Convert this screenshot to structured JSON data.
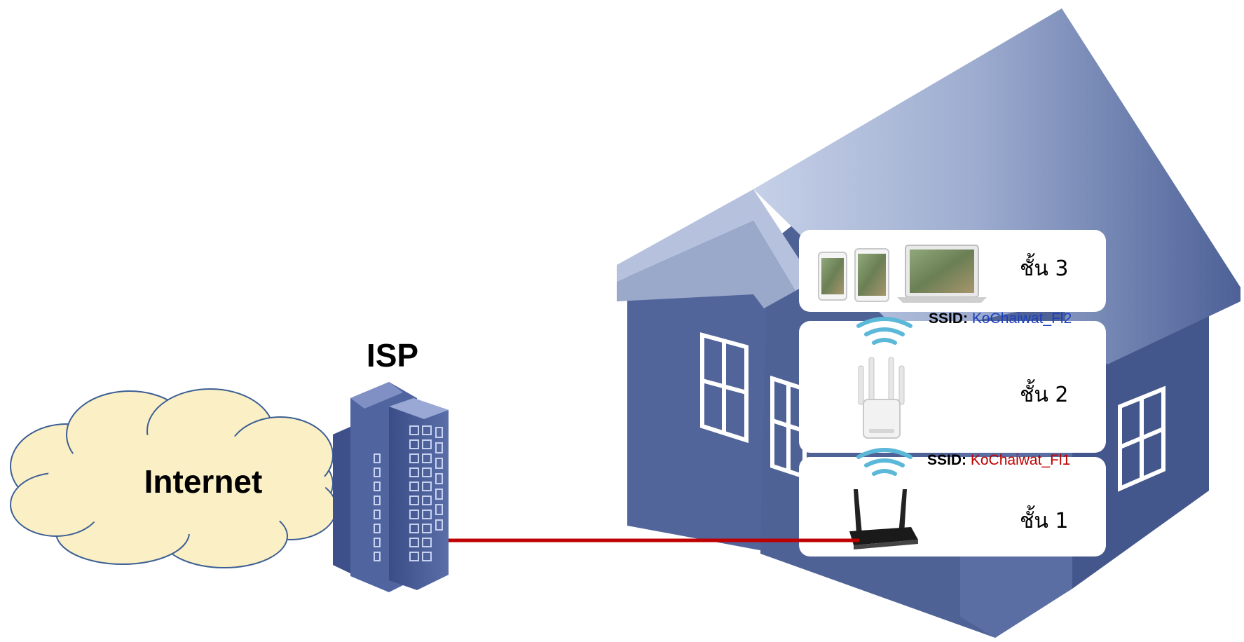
{
  "internet": {
    "label": "Internet"
  },
  "isp": {
    "label": "ISP"
  },
  "floors": [
    {
      "label": "ชั้น 3",
      "device": "phones-tablet-laptop"
    },
    {
      "label": "ชั้น 2",
      "device": "wifi-repeater"
    },
    {
      "label": "ชั้น 1",
      "device": "router"
    }
  ],
  "ssids": [
    {
      "key": "SSID:",
      "value": "KoChaiwat_Fl2",
      "color": "#1b3fbf"
    },
    {
      "key": "SSID:",
      "value": "KoChaiwat_Fl1",
      "color": "#c00000"
    }
  ],
  "colors": {
    "house": "#4f6296",
    "cable": "#c00000",
    "cloud": "#fbefc6",
    "wifi": "#5cb8d8"
  }
}
